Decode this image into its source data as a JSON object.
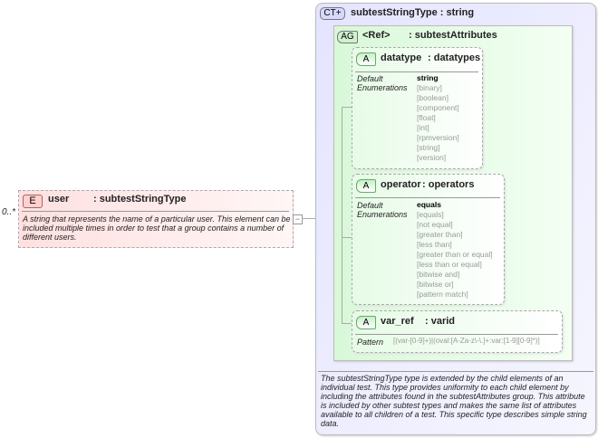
{
  "element": {
    "occurrence": "0..*",
    "badge": "E",
    "name": "user",
    "type": ": subtestStringType",
    "description": "A string that represents the name of a particular user.  This element can be included multiple times in order to test that a group contains a number of different users.",
    "toggle": "−"
  },
  "complex_type": {
    "badge": "CT+",
    "title": "subtestStringType : string",
    "description": "The subtestStringType type is extended by the child elements of an individual test.  This type provides uniformity to each child element by including the attributes found in the subtestAttributes group.  This attribute is included by other subtest types and makes the same list of attributes available to all children of a test.  This specific type describes simple string data."
  },
  "attribute_group": {
    "badge": "AG",
    "name": "<Ref>",
    "type": ": subtestAttributes"
  },
  "attributes": [
    {
      "badge": "A",
      "name": "datatype",
      "type": ": datatypes",
      "labels": "Default\nEnumerations",
      "default": "string",
      "enumerations": [
        "[binary]",
        "[boolean]",
        "[component]",
        "[float]",
        "[int]",
        "[rpmversion]",
        "[string]",
        "[version]"
      ]
    },
    {
      "badge": "A",
      "name": "operator",
      "type": ": operators",
      "labels": "Default\nEnumerations",
      "default": "equals",
      "enumerations": [
        "[equals]",
        "[not equal]",
        "[greater than]",
        "[less than]",
        "[greater than or equal]",
        "[less than or equal]",
        "[bitwise and]",
        "[bitwise or]",
        "[pattern match]"
      ]
    },
    {
      "badge": "A",
      "name": "var_ref",
      "type": ": varid",
      "labels": "Pattern",
      "pattern": "[(var-[0-9]+)|(oval:[A-Za-z\\-\\.]+:var:[1-9][0-9]*)]"
    }
  ]
}
